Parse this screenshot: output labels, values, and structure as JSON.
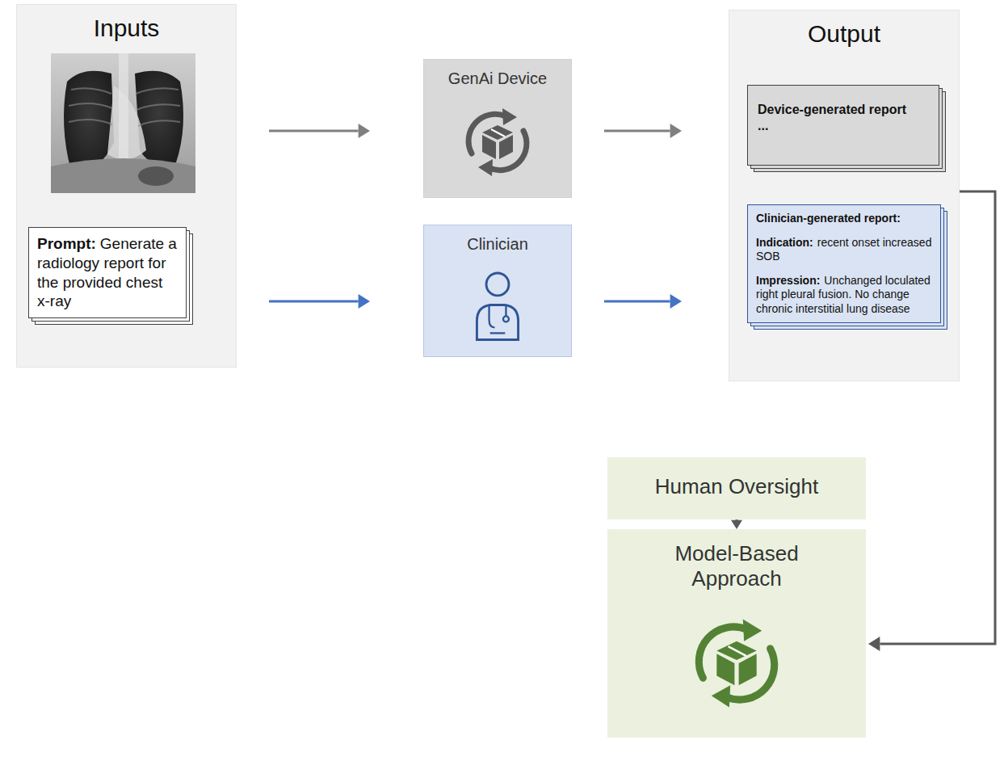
{
  "diagram": {
    "nodes": [
      {
        "text": [
          "Inputs"
        ]
      },
      {
        "text": [
          "Prompt:",
          "Generate a radiology report for the provided chest x-ray"
        ],
        "in": 0
      },
      {
        "text": [
          "GenAi Device"
        ]
      },
      {
        "text": [
          "Clinician"
        ]
      },
      {
        "text": [
          "Output"
        ]
      },
      {
        "text": [
          "Device-generated report",
          "..."
        ],
        "in": 4
      },
      {
        "text": [
          "Clinician-generated report:",
          "Indication:",
          "recent onset increased SOB",
          "Impression:",
          "Unchanged loculated right pleural fusion. No change chronic interstitial lung disease"
        ],
        "in": 4
      },
      {
        "text": [
          "Human Oversight"
        ]
      },
      {
        "text": [
          "Model-Based Approach"
        ]
      }
    ],
    "edges": [
      {
        "from": 0,
        "to": 2,
        "arrow": "to"
      },
      {
        "from": 0,
        "to": 3,
        "arrow": "to"
      },
      {
        "from": 2,
        "to": 4,
        "arrow": "to"
      },
      {
        "from": 3,
        "to": 4,
        "arrow": "to"
      },
      {
        "from": 4,
        "to": 8,
        "arrow": "to"
      },
      {
        "from": 7,
        "to": 8,
        "arrow": "to"
      }
    ]
  }
}
